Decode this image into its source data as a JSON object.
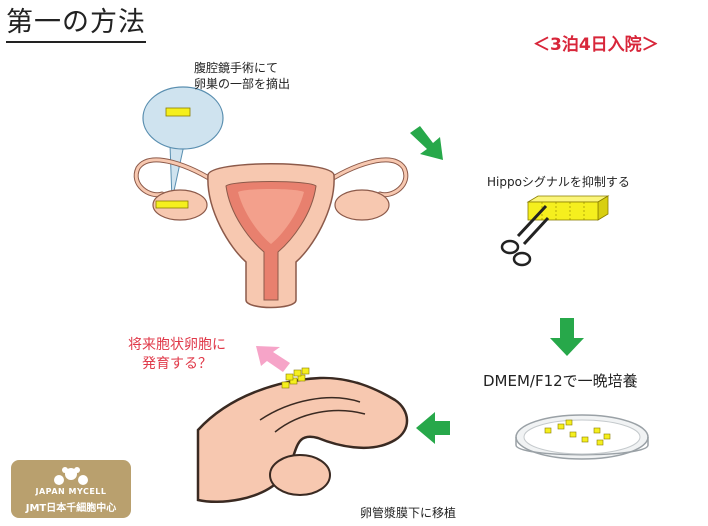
{
  "title": "第一の方法",
  "stay": "＜3泊4日入院＞",
  "step1_label_line1": "腹腔鏡手術にて",
  "step1_label_line2": "卵巣の一部を摘出",
  "step2_label": "Hippoシグナルを抑制する",
  "step3_label": "DMEM/F12で一晩培養",
  "step4_label": "卵管漿膜下に移植",
  "result_line1": "将来胞状卵胞に",
  "result_line2": "発育する？",
  "logo": {
    "line1": "JAPAN MYCELL",
    "line2": "JMT日本千細胞中心"
  },
  "colors": {
    "tissue_yellow": "#f5ef1e",
    "arrow_green": "#27a84a",
    "arrow_pink": "#f6a4c8",
    "uterus_pink": "#f7c8b0",
    "uterus_inner": "#e8806e",
    "accent_red": "#d8263a"
  }
}
